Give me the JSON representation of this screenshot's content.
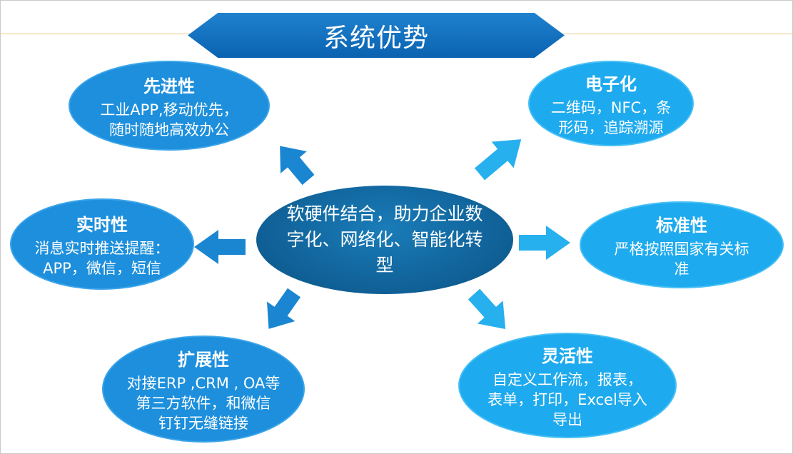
{
  "title": "系统优势",
  "center": {
    "text": "软硬件结合，助力企业数字化、网络化、智能化转型"
  },
  "nodes": {
    "advanced": {
      "heading": "先进性",
      "line1": "工业APP,移动优先，",
      "line2": "随时随地高效办公"
    },
    "realtime": {
      "heading": "实时性",
      "line1": "消息实时推送提醒：",
      "line2": "APP，微信，短信"
    },
    "extensible": {
      "heading": "扩展性",
      "line1": "对接ERP ,CRM , OA等",
      "line2": "第三方软件，和微信",
      "line3": "钉钉无缝链接"
    },
    "electronic": {
      "heading": "电子化",
      "line1": "二维码，NFC，条",
      "line2": "形码，追踪溯源"
    },
    "standard": {
      "heading": "标准性",
      "line1": "严格按照国家有关标",
      "line2": "准"
    },
    "flexible": {
      "heading": "灵活性",
      "line1": "自定义工作流，报表，",
      "line2": "表单，打印，Excel导入",
      "line3": "导出"
    }
  },
  "colors": {
    "left_bubbles": "#1d8fdc",
    "right_bubbles": "#1eaaee",
    "center": "#0f5f95",
    "banner": "#0a62b0",
    "arrow_left": "#1a86d2",
    "arrow_right": "#27b0ee"
  }
}
